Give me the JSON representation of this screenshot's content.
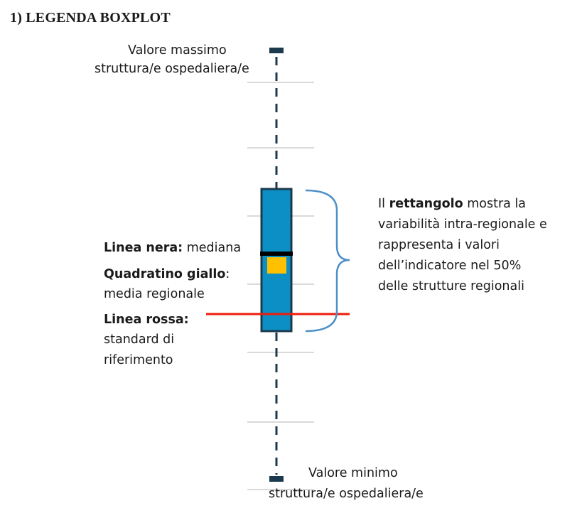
{
  "heading": "1)  LEGENDA BOXPLOT",
  "max_label": {
    "line1": "Valore massimo",
    "line2": "struttura/e ospedaliera/e"
  },
  "min_label": {
    "line1": "Valore minimo",
    "line2": "struttura/e ospedaliera/e"
  },
  "median_label": {
    "bold": "Linea nera:",
    "text": " mediana"
  },
  "mean_label": {
    "bold": "Quadratino giallo",
    "text": ":",
    "line2": "media regionale"
  },
  "standard_label": {
    "bold": "Linea rossa:",
    "line2": "standard di",
    "line3": "riferimento"
  },
  "box_note": {
    "pre": "Il ",
    "bold": "rettangolo",
    "post": " mostra la",
    "line2": "variabilità intra-regionale e",
    "line3": "rappresenta i valori",
    "line4": "dell’indicatore nel 50%",
    "line5": "delle strutture regionali"
  },
  "colors": {
    "box_fill": "#0b8fc4",
    "box_stroke": "#1c3a4d",
    "whisker": "#1c3a4d",
    "median": "#000000",
    "mean": "#ffc000",
    "standard": "#ee1c0c",
    "brace": "#4e8fc7",
    "grid": "#d9d9d9"
  }
}
